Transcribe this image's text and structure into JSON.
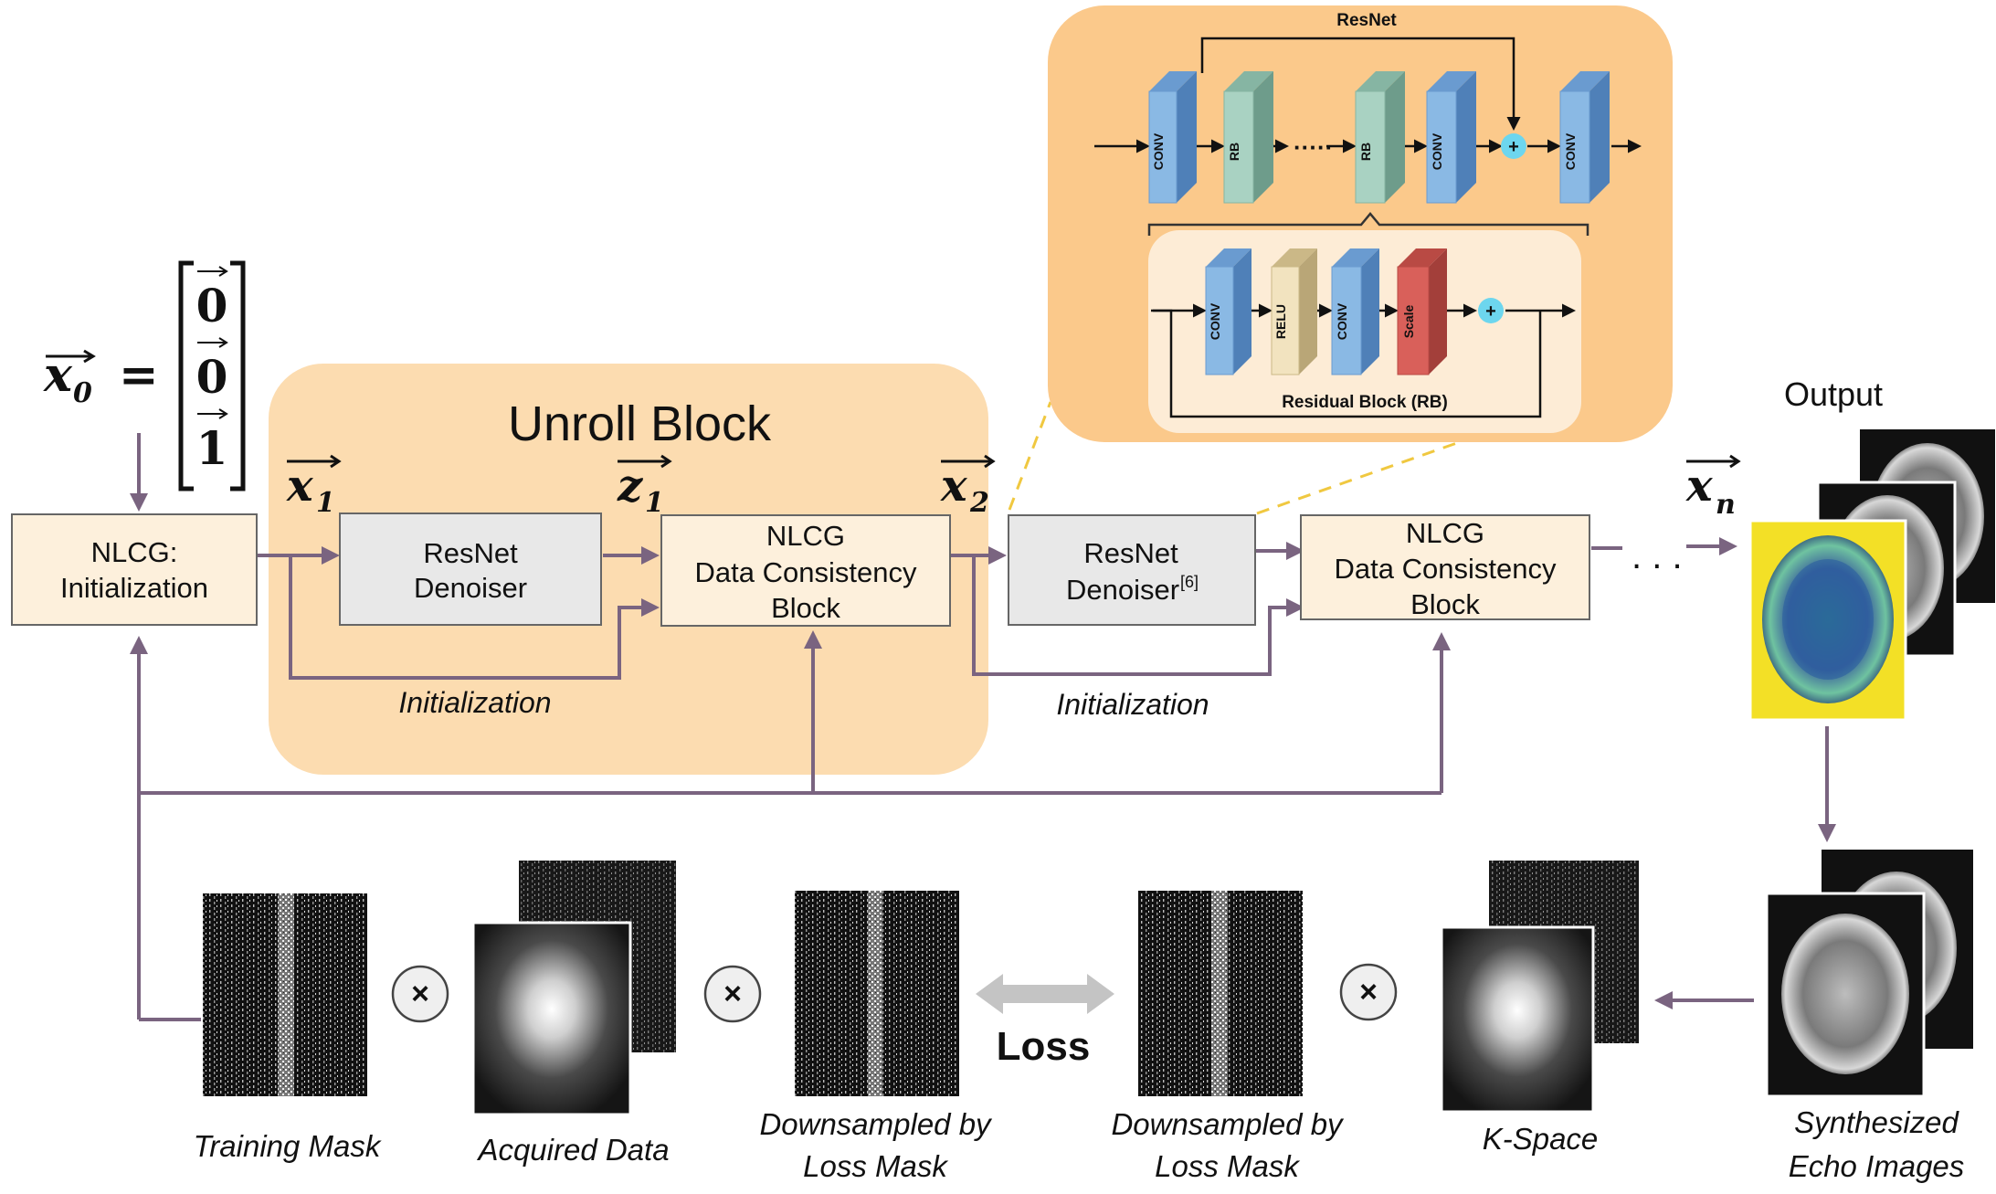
{
  "equation": {
    "lhs": "x",
    "lhs_sub": "0",
    "eq": "=",
    "vector": [
      "0",
      "0",
      "1"
    ]
  },
  "unroll_block": {
    "title": "Unroll Block"
  },
  "vars": {
    "x1": "x",
    "x1_sub": "1",
    "z1": "z",
    "z1_sub": "1",
    "x2": "x",
    "x2_sub": "2",
    "xn": "x",
    "xn_sub": "n"
  },
  "boxes": {
    "nlcg_init": [
      "NLCG:",
      "Initialization"
    ],
    "resnet1": [
      "ResNet",
      "Denoiser"
    ],
    "dc1": [
      "NLCG",
      "Data Consistency",
      "Block"
    ],
    "resnet2": [
      "ResNet",
      "Denoiser",
      "[6]"
    ],
    "dc2": [
      "NLCG",
      "Data Consistency",
      "Block"
    ]
  },
  "labels": {
    "initialization_1": "Initialization",
    "initialization_2": "Initialization",
    "ellipsis": ". . .",
    "output": "Output",
    "loss": "Loss",
    "times": "×"
  },
  "resnet_detail": {
    "title": "ResNet",
    "layers": [
      "CONV",
      "RB",
      "RB",
      "CONV",
      "CONV"
    ],
    "dots": "·····",
    "plus": "+",
    "residual_layers": [
      "CONV",
      "RELU",
      "CONV",
      "Scale"
    ],
    "residual_title": "Residual Block (RB)"
  },
  "bottom_captions": {
    "training_mask": "Training Mask",
    "acquired_data": "Acquired Data",
    "downsampled_1": [
      "Downsampled by",
      "Loss Mask"
    ],
    "downsampled_2": [
      "Downsampled by",
      "Loss Mask"
    ],
    "kspace": "K-Space",
    "synthesized": [
      "Synthesized",
      "Echo Images"
    ]
  },
  "colors": {
    "arrow": "#7a6480",
    "unroll_bg": "#fcdcb0",
    "detail_bg": "#fbc98b",
    "box_bg": "#fdf0dc",
    "gray_box": "#e8e8e8",
    "conv": "#8ab9e4",
    "rb": "#a9d2c2",
    "relu": "#dfcfa6",
    "scale": "#d9605a",
    "plus": "#6dd6ee"
  }
}
